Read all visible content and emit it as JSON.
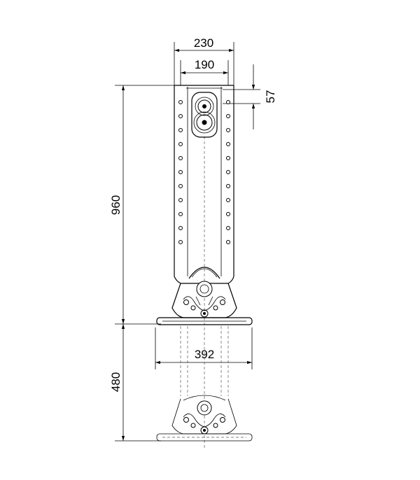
{
  "dimensions": {
    "overall_width": "230",
    "inner_width": "190",
    "top_offset": "57",
    "extended_height": "960",
    "base_width": "392",
    "retracted_height": "480"
  },
  "colors": {
    "line": "#000000",
    "background": "#ffffff"
  }
}
